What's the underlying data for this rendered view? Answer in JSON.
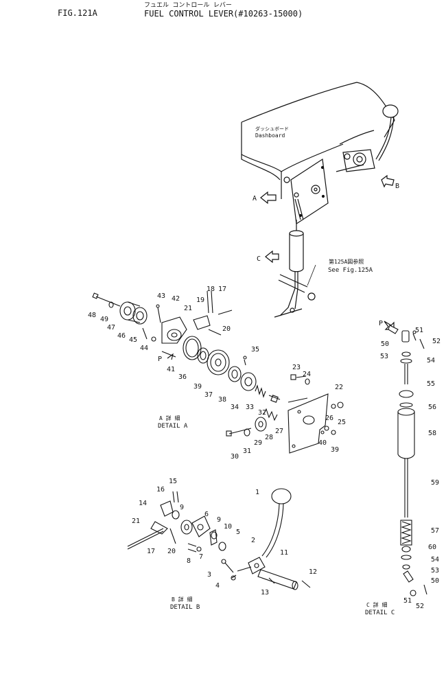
{
  "header": {
    "fig_number": "FIG.121A",
    "title_jp": "フュエル コントロール レバー",
    "title_en": "FUEL CONTROL LEVER(#10263-15000)"
  },
  "labels": {
    "dashboard_jp": "ダッシュボード",
    "dashboard_en": "Dashboard",
    "see_jp": "第125A図参照",
    "see_en": "See  Fig.125A",
    "view_a": "A",
    "view_b": "B",
    "view_c": "C",
    "point_p": "P"
  },
  "details": {
    "a_jp": "A 詳 細",
    "a_en": "DETAIL A",
    "b_jp": "B 詳 細",
    "b_en": "DETAIL B",
    "c_jp": "C 詳 細",
    "c_en": "DETAIL C"
  },
  "callouts_a": [
    "48",
    "49",
    "47",
    "46",
    "45",
    "44",
    "43",
    "42",
    "21",
    "19",
    "18",
    "17",
    "20",
    "41",
    "36",
    "39",
    "37",
    "38",
    "35",
    "34",
    "33",
    "32",
    "23",
    "24",
    "22",
    "26",
    "25",
    "27",
    "28",
    "29",
    "31",
    "30",
    "40",
    "39"
  ],
  "callouts_b": [
    "1",
    "2",
    "3",
    "4",
    "5",
    "6",
    "7",
    "8",
    "9",
    "9",
    "10",
    "11",
    "12",
    "13",
    "14",
    "15",
    "16",
    "17",
    "20",
    "21"
  ],
  "callouts_c": [
    "50",
    "51",
    "52",
    "53",
    "54",
    "55",
    "56",
    "58",
    "59",
    "57",
    "60",
    "54",
    "53",
    "50",
    "51",
    "52"
  ]
}
